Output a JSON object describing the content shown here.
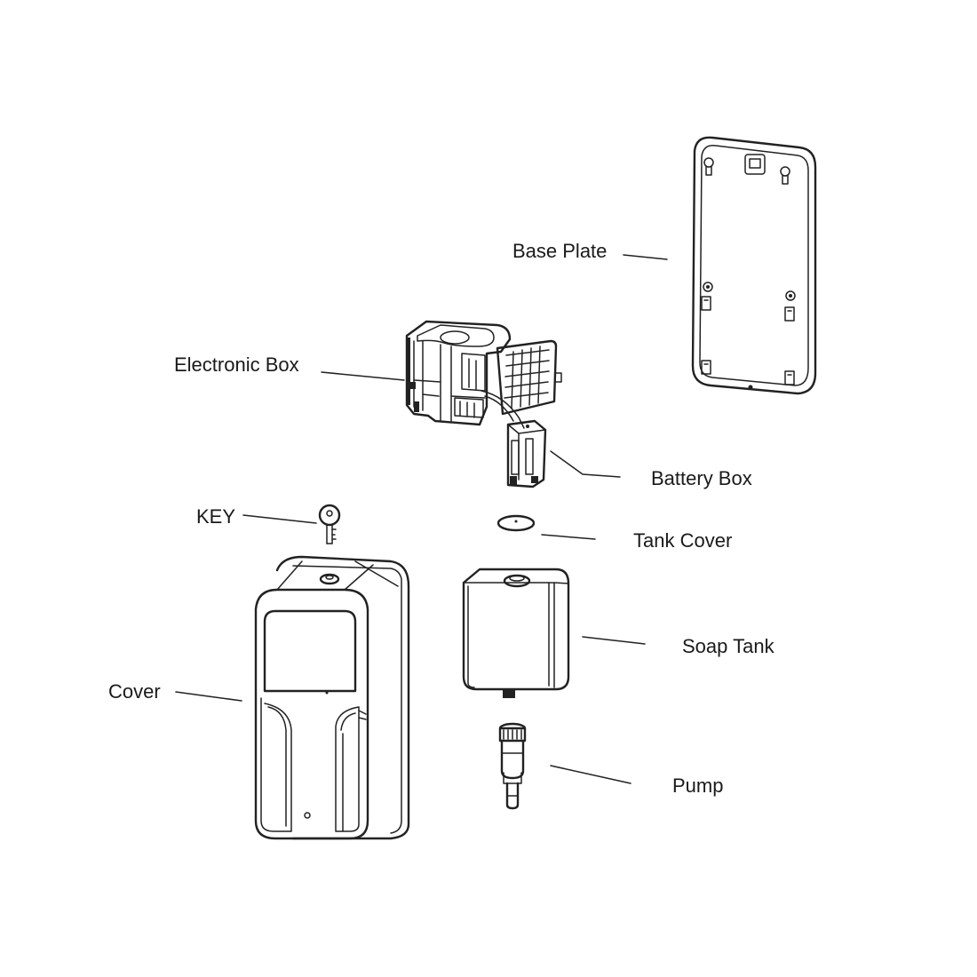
{
  "labels": {
    "base_plate": "Base Plate",
    "electronic_box": "Electronic Box",
    "battery_box": "Battery Box",
    "key": "KEY",
    "tank_cover": "Tank Cover",
    "soap_tank": "Soap Tank",
    "cover": "Cover",
    "pump": "Pump"
  }
}
